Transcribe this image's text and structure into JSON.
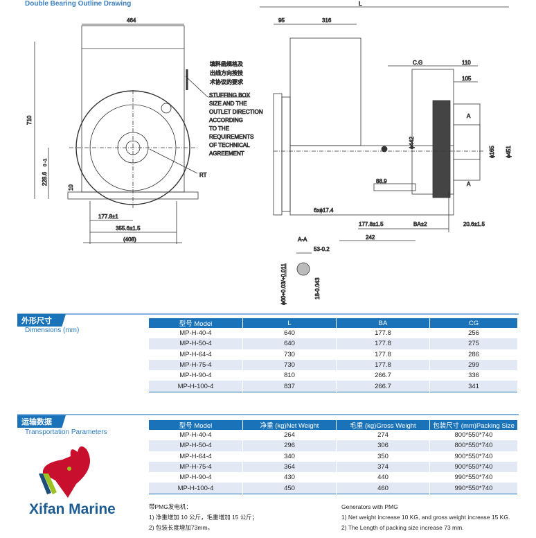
{
  "title": "Double Bearing Outline Drawing",
  "drawing": {
    "front": {
      "width": "464",
      "height": "710",
      "center_height": "228.6",
      "center_tol": "0\n-1",
      "foot": "10",
      "half_base": "177.8±1",
      "base": "355.6±1.5",
      "overall": "(408)",
      "rt": "RT"
    },
    "note_cn": [
      "填料函规格及",
      "出线方向按技",
      "术协议的要求"
    ],
    "note_en": [
      "STUFFING BOX",
      "SIZE AND THE",
      "OUTLET DIRECTION",
      "ACCORDING",
      "TO THE",
      "REQUIREMENTS",
      "OF TECHNICAL",
      "AGREEMENT"
    ],
    "side": {
      "L": "L",
      "d95": "95",
      "d316": "316",
      "cg": "C.G",
      "d110": "110",
      "d105": "105",
      "phi442": "ϕ442",
      "phi165": "ϕ165",
      "phi451": "ϕ451",
      "sectionA": "A",
      "d889": "88.9",
      "holes": "6xϕ17.4",
      "d1778": "177.8±1.5",
      "ba": "BA±2",
      "d206": "20.6±1.5",
      "d242": "242"
    },
    "section": {
      "title": "A-A",
      "key": "53-0.2",
      "shaft": "ϕ60+0.03/+0.011",
      "keyw": "18-0.043"
    }
  },
  "dimensions": {
    "title_cn": "外形尺寸",
    "title_en": "Dimensions (mm)",
    "headers": [
      "型号 Model",
      "L",
      "BA",
      "CG"
    ],
    "rows": [
      [
        "MP-H-40-4",
        "640",
        "177.8",
        "256"
      ],
      [
        "MP-H-50-4",
        "640",
        "177.8",
        "275"
      ],
      [
        "MP-H-64-4",
        "730",
        "177.8",
        "286"
      ],
      [
        "MP-H-75-4",
        "730",
        "177.8",
        "299"
      ],
      [
        "MP-H-90-4",
        "810",
        "266.7",
        "336"
      ],
      [
        "MP-H-100-4",
        "837",
        "266.7",
        "341"
      ]
    ]
  },
  "transport": {
    "title_cn": "运输数据",
    "title_en": "Transportation Parameters",
    "headers": [
      "型号 Model",
      "净重 (kg)Net Weight",
      "毛重 (kg)Gross Weight",
      "包装尺寸 (mm)Packing Size"
    ],
    "rows": [
      [
        "MP-H-40-4",
        "264",
        "274",
        "800*550*740"
      ],
      [
        "MP-H-50-4",
        "296",
        "306",
        "800*550*740"
      ],
      [
        "MP-H-64-4",
        "340",
        "350",
        "900*550*740"
      ],
      [
        "MP-H-75-4",
        "364",
        "374",
        "900*550*740"
      ],
      [
        "MP-H-90-4",
        "430",
        "440",
        "990*550*740"
      ],
      [
        "MP-H-100-4",
        "450",
        "460",
        "990*550*740"
      ]
    ]
  },
  "notes_cn": [
    "带PMG发电机：",
    "1) 净重增加 10 公斤，毛重增加 15 公斤；",
    "2) 包装长度增加73mm。"
  ],
  "notes_en": [
    "Generators with PMG",
    "1) Net weight increase 10 KG, and gross weight increase 15 KG.",
    "2) The Length of packing size increase 73 mm."
  ],
  "watermark": "Xifan Marine",
  "colors": {
    "accent": "#1a72b8",
    "row_alt": "#e2e9f4",
    "logo_red": "#c8102e"
  }
}
